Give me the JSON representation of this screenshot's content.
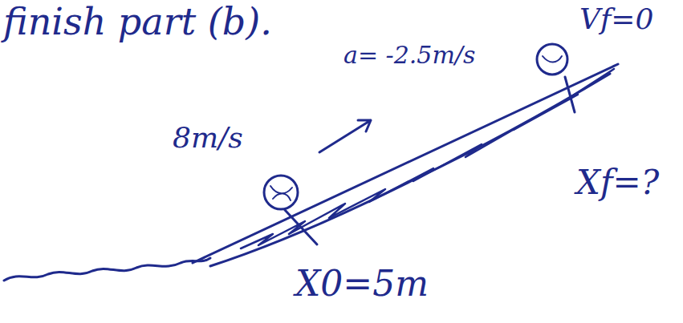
{
  "diagram": {
    "labels": [
      "finish part (b).",
      "a= -2.5m/s",
      "8m/s",
      "Vf=0",
      "Xf=?",
      "X0=5m"
    ]
  }
}
